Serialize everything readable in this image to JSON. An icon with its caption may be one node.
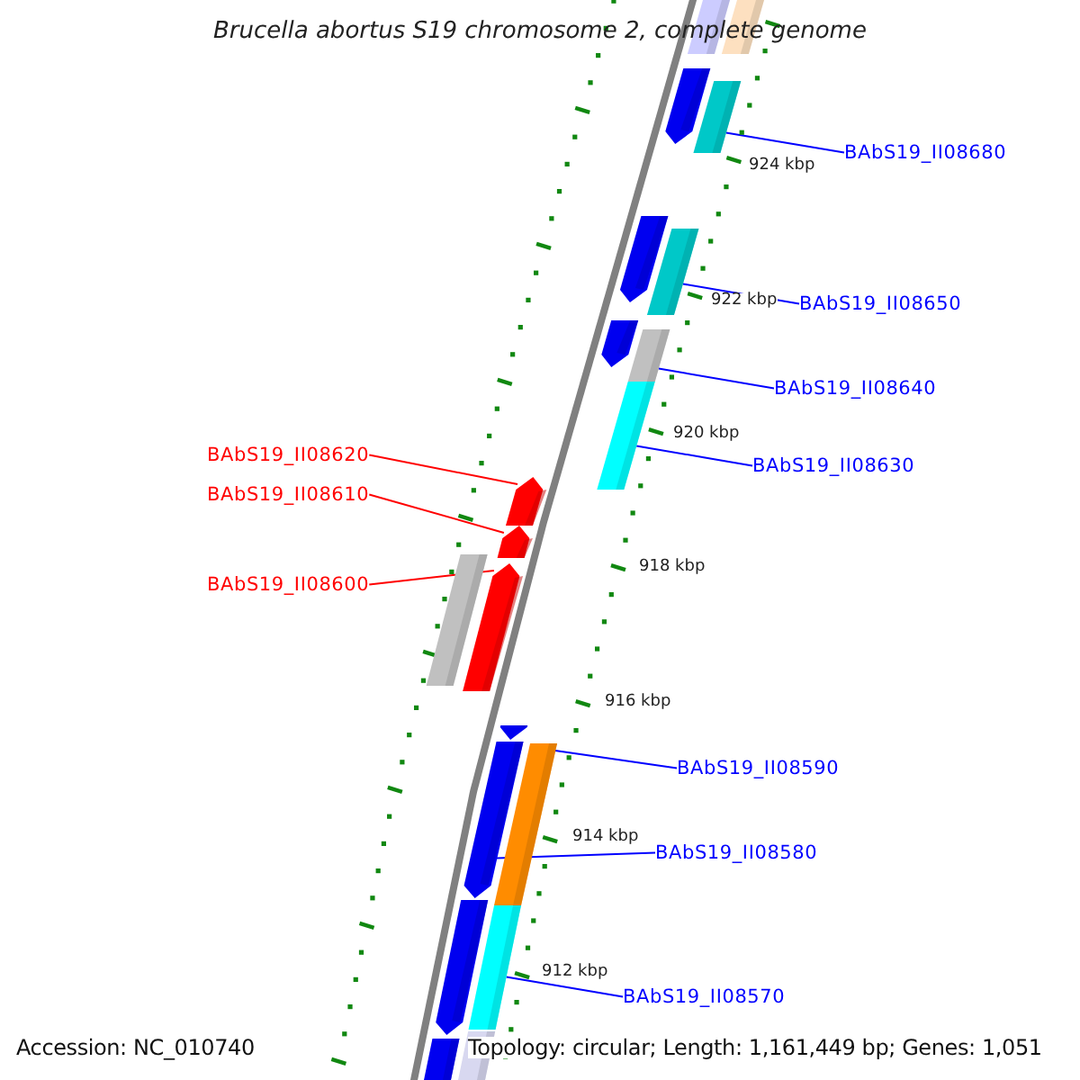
{
  "diagram": {
    "title": "Brucella abortus S19 chromosome 2, complete genome",
    "nodes": [
      {
        "text": [
          "BAbS19_II08680"
        ]
      },
      {
        "text": [
          "BAbS19_II08650"
        ]
      },
      {
        "text": [
          "BAbS19_II08640"
        ]
      },
      {
        "text": [
          "BAbS19_II08630"
        ]
      },
      {
        "text": [
          "BAbS19_II08620"
        ]
      },
      {
        "text": [
          "BAbS19_II08610"
        ]
      },
      {
        "text": [
          "BAbS19_II08600"
        ]
      },
      {
        "text": [
          "BAbS19_II08590"
        ]
      },
      {
        "text": [
          "BAbS19_II08580"
        ]
      },
      {
        "text": [
          "BAbS19_II08570"
        ]
      },
      {
        "text": [],
        "shape": "bar"
      },
      {
        "text": [],
        "shape": "bar"
      },
      {
        "text": [],
        "shape": "bar"
      },
      {
        "text": [],
        "shape": "bar"
      },
      {
        "text": [],
        "shape": "bar"
      },
      {
        "text": [],
        "shape": "bar"
      },
      {
        "text": [],
        "shape": "bar"
      },
      {
        "text": [],
        "shape": "bar"
      },
      {
        "text": [],
        "shape": "bar"
      },
      {
        "text": [],
        "shape": "bar"
      }
    ],
    "edges": [
      {
        "from": 0,
        "to": 10,
        "arrow": "none"
      },
      {
        "from": 1,
        "to": 11,
        "arrow": "none"
      },
      {
        "from": 2,
        "to": 12,
        "arrow": "none"
      },
      {
        "from": 3,
        "to": 13,
        "arrow": "none"
      },
      {
        "from": 4,
        "to": 14,
        "arrow": "none",
        "color": "#ff0000"
      },
      {
        "from": 5,
        "to": 15,
        "arrow": "none",
        "color": "#ff0000"
      },
      {
        "from": 6,
        "to": 16,
        "arrow": "none",
        "color": "#ff0000"
      },
      {
        "from": 7,
        "to": 17,
        "arrow": "none"
      },
      {
        "from": 8,
        "to": 18,
        "arrow": "none"
      },
      {
        "from": 9,
        "to": 19,
        "arrow": "none"
      }
    ],
    "labels": [
      "924 kbp",
      "922 kbp",
      "920 kbp",
      "918 kbp",
      "916 kbp",
      "914 kbp",
      "912 kbp",
      "Accession: NC_010740",
      "Topology: circular; Length: 1,161,449 bp; Genes: 1,051"
    ]
  }
}
